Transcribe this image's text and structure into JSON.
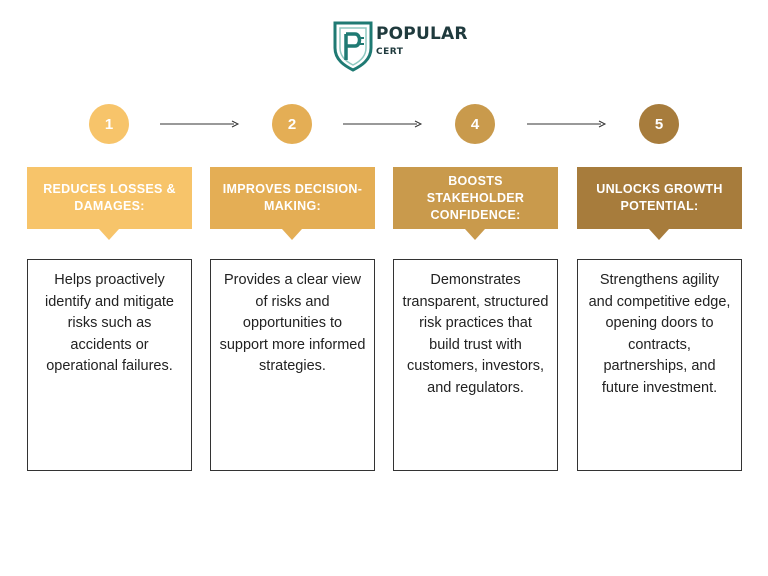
{
  "brand": {
    "name": "POPULAR",
    "sub": "CERT",
    "icon": "shield-logo-icon",
    "colors": {
      "teal": "#1f7a73",
      "dark": "#1f3a3d"
    }
  },
  "steps": [
    {
      "number": "1",
      "title": "REDUCES LOSSES & DAMAGES:",
      "description": "Helps proactively identify and mitigate risks such as accidents or operational failures.",
      "color": "#f7c46a"
    },
    {
      "number": "2",
      "title": "IMPROVES DECISION-MAKING:",
      "description": "Provides a clear view of risks and opportunities to support more informed strategies.",
      "color": "#e4ae55"
    },
    {
      "number": "4",
      "title": "BOOSTS STAKEHOLDER CONFIDENCE:",
      "description": "Demonstrates transparent, structured risk practices that build trust with customers, investors, and regulators.",
      "color": "#c99a4c"
    },
    {
      "number": "5",
      "title": "UNLOCKS GROWTH POTENTIAL:",
      "description": "Strengthens agility and competitive edge, opening doors to contracts, partnerships, and future investment.",
      "color": "#a77c3c"
    }
  ]
}
